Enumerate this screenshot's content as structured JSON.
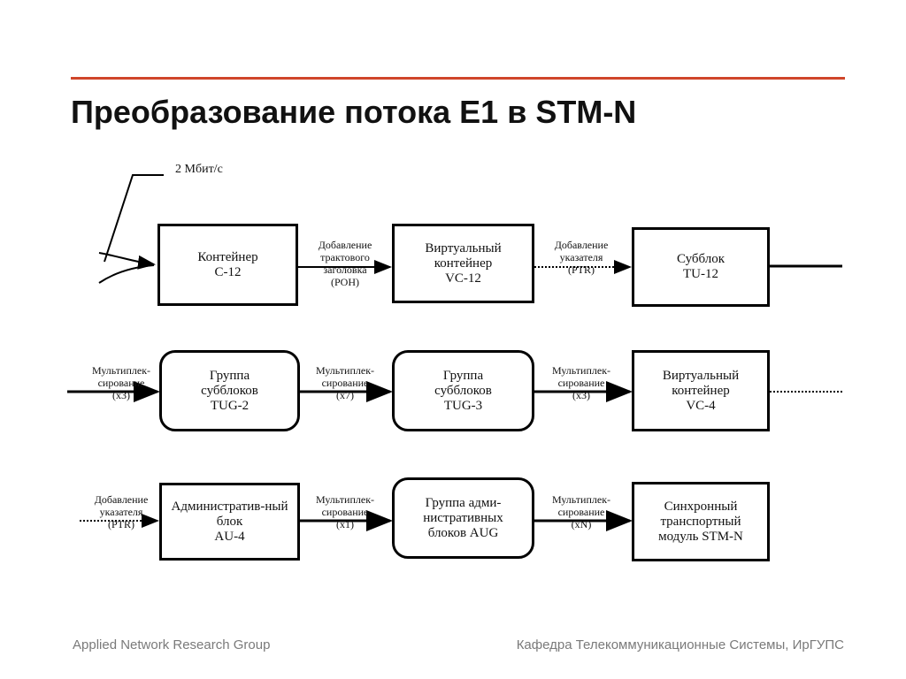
{
  "slide": {
    "title": "Преобразование потока Е1 в STM-N",
    "rate_label": "2 Мбит/с"
  },
  "boxes": {
    "c12": "Контейнер\nС-12",
    "vc12": "Виртуальный\nконтейнер\nVС-12",
    "tu12": "Субблок\nTU-12",
    "tug2": "Группа\nсубблоков\nTUG-2",
    "tug3": "Группа\nсубблоков\nTUG-3",
    "vc4": "Виртуальный\nконтейнер\nVС-4",
    "au4": "Административ-ный\nблок\nAU-4",
    "aug": "Группа адми-\nнистративных\nблоков AUG",
    "stm": "Синхронный\nтранспортный\nмодуль STM-N"
  },
  "labels": {
    "poh": "Добавление\nтрактового\nзаголовка\n(POH)",
    "ptr1": "Добавление\nуказателя\n(PTR)",
    "mux_x3_in": "Мультиплек-\nсирование\n(x3)",
    "mux_x7": "Мультиплек-\nсирование\n(x7)",
    "mux_x3_out": "Мультиплек-\nсирование\n(x3)",
    "ptr2": "Добавление\nуказателя\n(PTR)",
    "mux_x1": "Мультиплек-\nсирование\n(x1)",
    "mux_xn": "Мультиплек-\nсирование\n(xN)"
  },
  "footer": {
    "left": "Applied Network Research Group",
    "right": "Кафедра Телекоммуникационные Системы, ИрГУПС"
  },
  "colors": {
    "accent_rule": "#d0462a",
    "footer_text": "#7a7a7a"
  }
}
